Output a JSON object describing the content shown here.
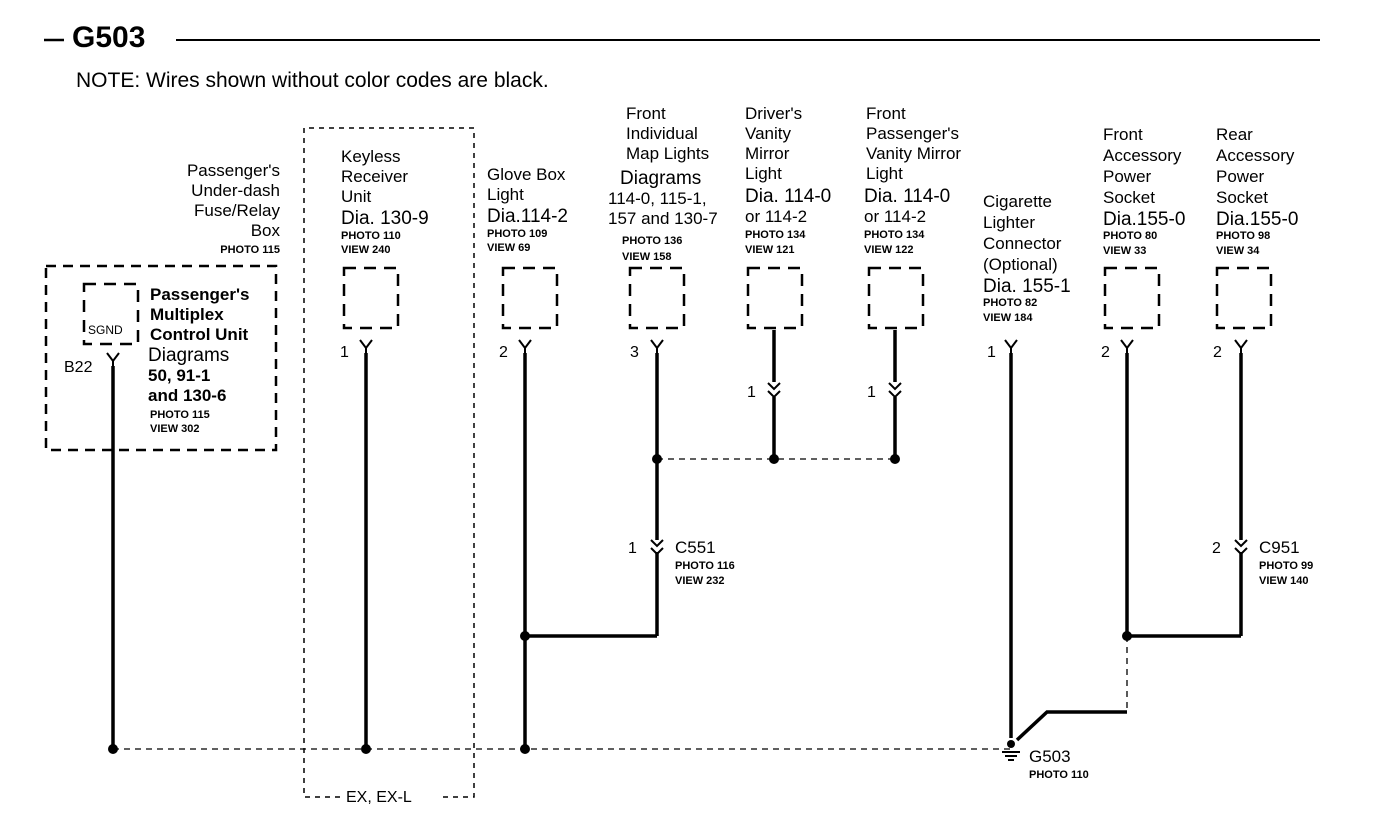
{
  "title": "G503",
  "note": "NOTE: Wires shown without color codes are black.",
  "components": {
    "fuse_box": {
      "name_lines": [
        "Passenger's",
        "Under-dash",
        "Fuse/Relay",
        "Box"
      ],
      "photo": "PHOTO 115"
    },
    "mpcu": {
      "name_lines": [
        "Passenger's",
        "Multiplex",
        "Control Unit"
      ],
      "dia_lines": [
        "Diagrams",
        "50, 91-1",
        "and 130-6"
      ],
      "photo": "PHOTO 115",
      "view": "VIEW 302",
      "terminal": "SGND",
      "pin": "B22"
    },
    "keyless": {
      "name_lines": [
        "Keyless",
        "Receiver",
        "Unit"
      ],
      "dia": "Dia. 130-9",
      "photo": "PHOTO 110",
      "view": "VIEW 240",
      "pin": "1"
    },
    "glovebox": {
      "name_lines": [
        "Glove Box",
        "Light"
      ],
      "dia": "Dia.114-2",
      "photo": "PHOTO 109",
      "view": "VIEW 69",
      "pin": "2"
    },
    "maplights": {
      "name_lines": [
        "Front",
        "Individual",
        "Map Lights"
      ],
      "dia_lines": [
        "Diagrams",
        "114-0, 115-1,",
        "157 and 130-7"
      ],
      "photo": "PHOTO 136",
      "view": "VIEW 158",
      "pin": "3"
    },
    "driver_vanity": {
      "name_lines": [
        "Driver's",
        "Vanity",
        "Mirror",
        "Light"
      ],
      "dia_lines": [
        "Dia. 114-0",
        "or 114-2"
      ],
      "photo": "PHOTO 134",
      "view": "VIEW 121",
      "pin": "1"
    },
    "pass_vanity": {
      "name_lines": [
        "Front",
        "Passenger's",
        "Vanity Mirror",
        "Light"
      ],
      "dia_lines": [
        "Dia. 114-0",
        "or 114-2"
      ],
      "photo": "PHOTO 134",
      "view": "VIEW 122",
      "pin": "1"
    },
    "cigarette": {
      "name_lines": [
        "Cigarette",
        "Lighter",
        "Connector",
        "(Optional)"
      ],
      "dia": "Dia. 155-1",
      "photo": "PHOTO 82",
      "view": "VIEW 184",
      "pin": "1"
    },
    "front_socket": {
      "name_lines": [
        "Front",
        "Accessory",
        "Power",
        "Socket"
      ],
      "dia": "Dia.155-0",
      "photo": "PHOTO 80",
      "view": "VIEW 33",
      "pin": "2"
    },
    "rear_socket": {
      "name_lines": [
        "Rear",
        "Accessory",
        "Power",
        "Socket"
      ],
      "dia": "Dia.155-0",
      "photo": "PHOTO 98",
      "view": "VIEW 34",
      "pin": "2"
    }
  },
  "connectors": {
    "c551": {
      "name": "C551",
      "pin": "1",
      "photo": "PHOTO 116",
      "view": "VIEW 232"
    },
    "c951": {
      "name": "C951",
      "pin": "2",
      "photo": "PHOTO 99",
      "view": "VIEW 140"
    }
  },
  "ground": {
    "name": "G503",
    "photo": "PHOTO 110"
  },
  "option_label": "EX, EX-L"
}
